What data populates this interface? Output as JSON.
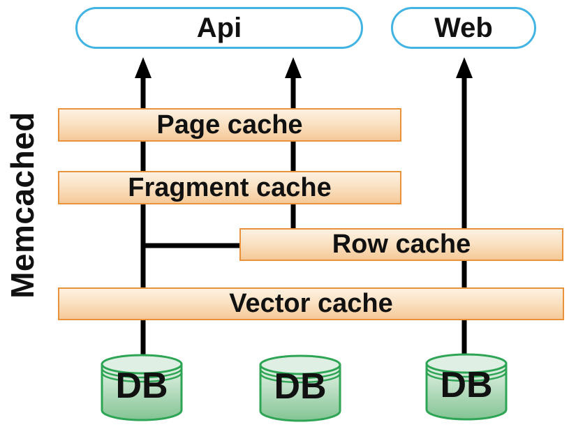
{
  "diagram": {
    "side_label": "Memcached",
    "frontends": [
      {
        "id": "api",
        "label": "Api"
      },
      {
        "id": "web",
        "label": "Web"
      }
    ],
    "caches": [
      {
        "id": "page",
        "label": "Page cache"
      },
      {
        "id": "fragment",
        "label": "Fragment cache"
      },
      {
        "id": "row",
        "label": "Row cache"
      },
      {
        "id": "vector",
        "label": "Vector cache"
      }
    ],
    "databases": [
      {
        "label": "DB"
      },
      {
        "label": "DB"
      },
      {
        "label": "DB"
      }
    ],
    "connections": [
      "db-left -> vector-cache -> fragment-cache -> page-cache -> api",
      "db-left branch -> row-cache",
      "row-cache -> fragment-cache -> page-cache -> api",
      "db-right -> vector-cache -> row-cache -> web"
    ],
    "colors": {
      "frontend_border": "#41B4E4",
      "cache_border": "#E8923B",
      "cache_fill_top": "#FDF1E2",
      "cache_fill_bottom": "#F5C998",
      "db_border": "#2EA455",
      "db_fill_top": "#E7F3E9",
      "db_fill_bottom": "#83C493",
      "connector": "#000000",
      "text": "#111111"
    }
  }
}
